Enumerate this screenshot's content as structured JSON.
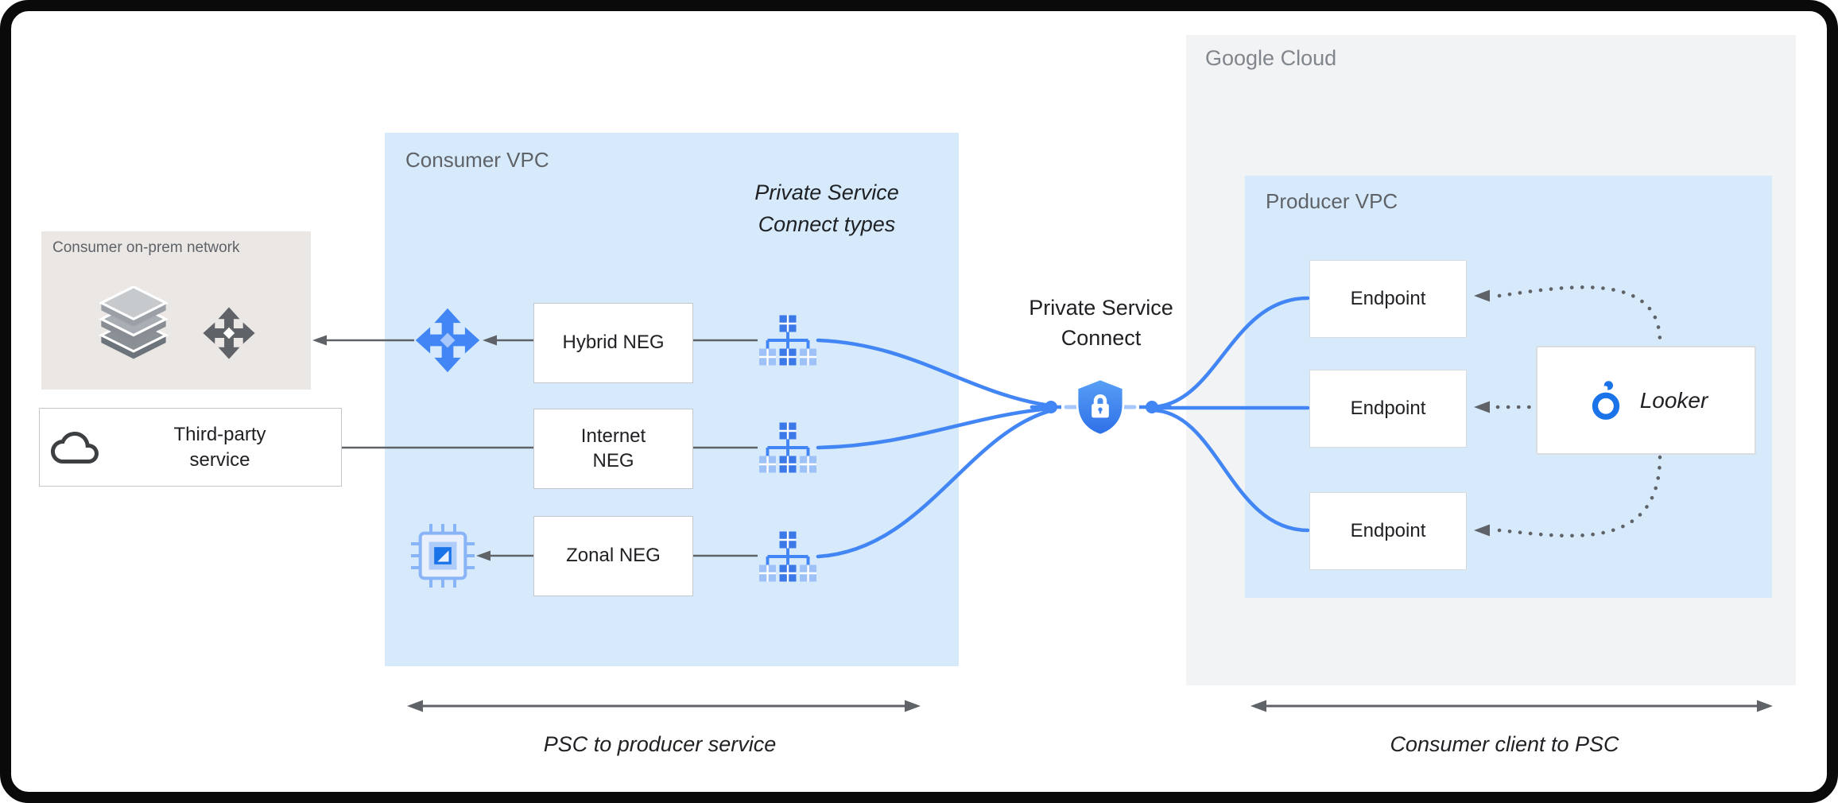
{
  "colors": {
    "blue": "#4285f4",
    "blue-dark": "#1a73e8",
    "blue-light": "#aecbfa",
    "vpc-fill": "#d6eafc",
    "cloud-fill": "#f1f3f4",
    "onprem-fill": "#eae7e4",
    "gray-text": "#5f6368",
    "dark-text": "#202124"
  },
  "onprem": {
    "label": "Consumer on-prem network"
  },
  "third_party": {
    "line1": "Third-party",
    "line2": "service"
  },
  "consumer_vpc": {
    "label": "Consumer VPC",
    "psc_types": {
      "line1": "Private Service",
      "line2": "Connect types"
    },
    "hybrid_neg": "Hybrid NEG",
    "internet_neg": {
      "line1": "Internet",
      "line2": "NEG"
    },
    "zonal_neg": "Zonal NEG"
  },
  "psc": {
    "line1": "Private Service",
    "line2": "Connect"
  },
  "google_cloud": {
    "label": "Google Cloud",
    "producer_vpc": {
      "label": "Producer VPC",
      "endpoints": [
        "Endpoint",
        "Endpoint",
        "Endpoint"
      ]
    },
    "looker": "Looker"
  },
  "captions": {
    "left": "PSC to producer service",
    "right": "Consumer client to PSC"
  }
}
